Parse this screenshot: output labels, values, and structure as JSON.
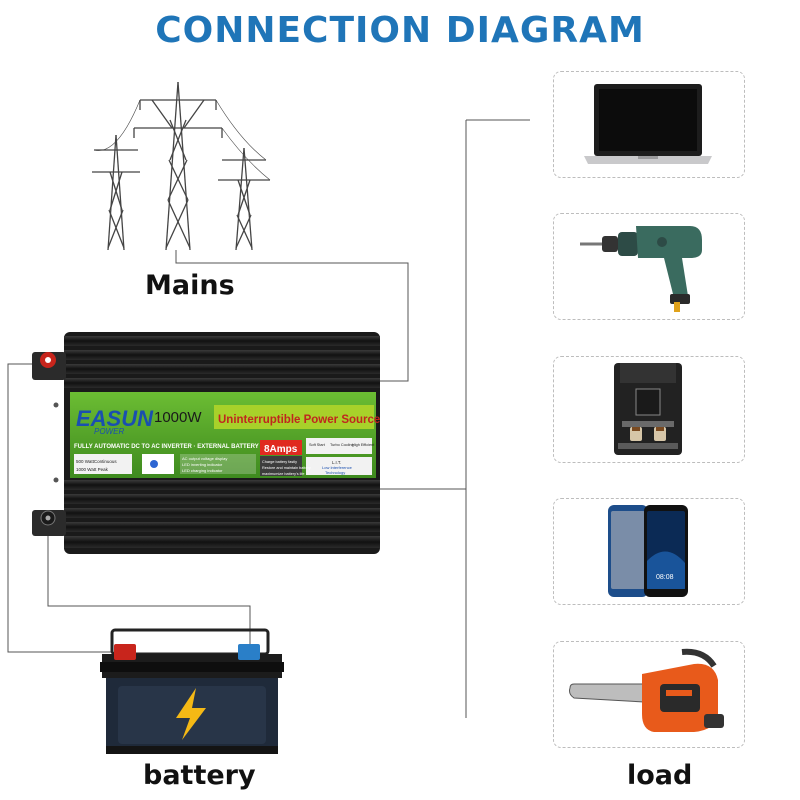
{
  "title": "CONNECTION DIAGRAM",
  "colors": {
    "title": "#1f75b8",
    "green_panel": "#5aaa2d",
    "lime": "#a8d12a",
    "red_badge": "#e02a20",
    "chassis": "#1a1a1a"
  },
  "labels": {
    "mains": "Mains",
    "battery": "battery",
    "load": "load"
  },
  "inverter": {
    "brand_top": "EASUN",
    "brand_bottom": "POWER",
    "wattage": "1000W",
    "ups": "Uninterruptible Power Source",
    "subtitle": "FULLY AUTOMATIC DC TO AC INVERTER · EXTERNAL BATTERY",
    "spec1": "500 WattContinuous",
    "spec2": "1000 Watt Peak",
    "amps": "8Amps",
    "charge1": "Charge battery fastly",
    "charge2": "Restore and maintain battery",
    "charge3": "maximumize battery's life",
    "led1": "AC output voltage display",
    "led2": "LED inverting indicator",
    "led3": "LED charging indicator",
    "feat1": "Soft Start",
    "feat2": "Turbo Cooling",
    "feat3": "High Efficient",
    "lit1": "L.I.T.",
    "lit2": "Low Interference",
    "lit3": "Technology"
  },
  "loads": [
    {
      "name": "laptop",
      "icon": "laptop-icon"
    },
    {
      "name": "drill",
      "icon": "drill-icon"
    },
    {
      "name": "coffee-machine",
      "icon": "coffee-machine-icon"
    },
    {
      "name": "smartphone",
      "icon": "smartphone-icon"
    },
    {
      "name": "chainsaw",
      "icon": "chainsaw-icon"
    }
  ],
  "phone_screen_time": "08:08"
}
